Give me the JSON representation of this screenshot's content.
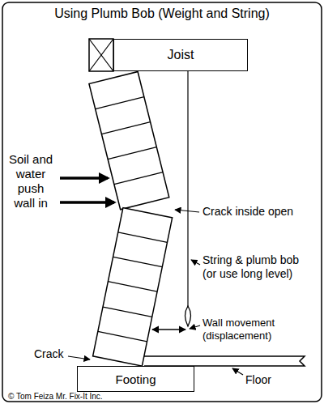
{
  "diagram": {
    "title": "Using Plumb Bob (Weight and String)",
    "nodes": [
      {
        "text": [
          "Joist"
        ]
      },
      {
        "text": [
          "Footing"
        ]
      }
    ],
    "labels": [
      "Soil and water push wall in",
      "Crack inside open",
      "String & plumb bob (or use long level)",
      "Wall movement (displacement)",
      "Crack",
      "Floor",
      "© Tom Feiza Mr. Fix-It Inc."
    ]
  }
}
